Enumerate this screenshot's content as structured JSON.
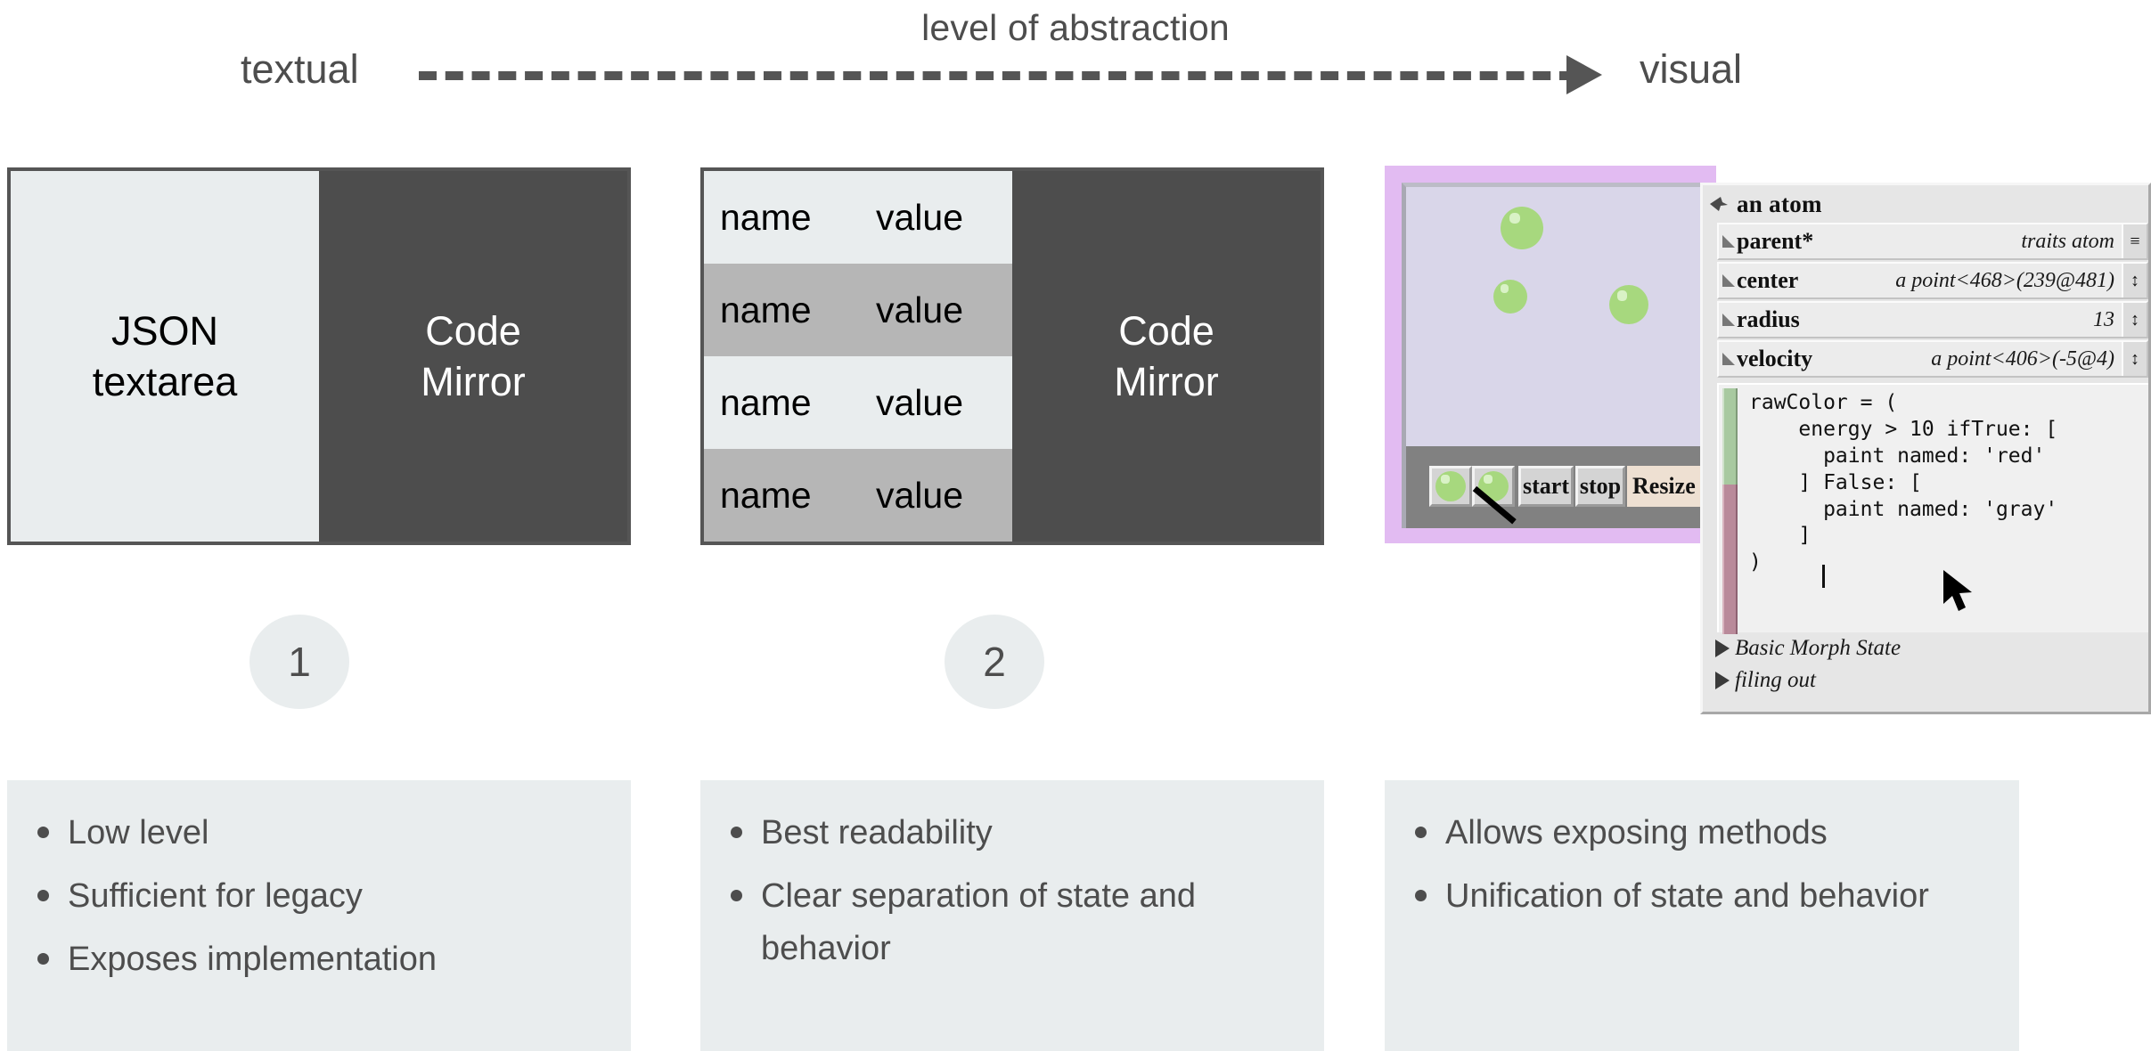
{
  "axis": {
    "title": "level of abstraction",
    "left_label": "textual",
    "right_label": "visual",
    "arrow_icon": "arrow-right-icon",
    "line_style": "dashed"
  },
  "panels": [
    {
      "id": 1,
      "left_label": "JSON\ntextarea",
      "left_line1": "JSON",
      "left_line2": "textarea",
      "right_line1": "Code",
      "right_line2": "Mirror",
      "badge": "1"
    },
    {
      "id": 2,
      "table": {
        "rows": [
          {
            "name": "name",
            "value": "value"
          },
          {
            "name": "name",
            "value": "value"
          },
          {
            "name": "name",
            "value": "value"
          },
          {
            "name": "name",
            "value": "value"
          }
        ]
      },
      "right_line1": "Code",
      "right_line2": "Mirror",
      "badge": "2"
    }
  ],
  "morphic": {
    "toolbar": {
      "atom_button_1": "",
      "atom_button_2": "",
      "start_label": "start",
      "stop_label": "stop",
      "resize_label": "Resize"
    },
    "atoms_visible": 3
  },
  "inspector": {
    "title": "an atom",
    "menu_icon": "morph-halo-icon",
    "fields": [
      {
        "name": "parent*",
        "value": "traits atom",
        "stepper": "≡"
      },
      {
        "name": "center",
        "value": "a point<468>(239@481)",
        "stepper": "↕"
      },
      {
        "name": "radius",
        "value": "13",
        "stepper": "↕"
      },
      {
        "name": "velocity",
        "value": "a point<406>(-5@4)",
        "stepper": "↕"
      }
    ],
    "code": "rawColor = (\n    energy > 10 ifTrue: [\n      paint named: 'red'\n    ] False: [\n      paint named: 'gray'\n    ]\n)",
    "footer": [
      {
        "label": "Basic Morph State",
        "icon": "triangle-right-icon"
      },
      {
        "label": "filing out",
        "icon": "triangle-right-icon"
      }
    ],
    "cursor_icon": "mouse-pointer-icon"
  },
  "bullet_boxes": [
    {
      "column": 1,
      "items": [
        "Low level",
        "Sufficient for legacy",
        "Exposes implementation"
      ]
    },
    {
      "column": 2,
      "items": [
        "Best readability",
        "Clear separation of state and behavior"
      ]
    },
    {
      "column": 3,
      "items": [
        "Allows exposing methods",
        "Unification of state and behavior"
      ]
    }
  ],
  "colors": {
    "text": "#4d4d4d",
    "panel_border": "#555555",
    "light_fill": "#e9edee",
    "dark_fill": "#4d4d4d",
    "row_alt": "#b6b6b6",
    "morphic_frame": "#e2bbf2",
    "morphic_stage": "#d9d6e9",
    "atom_green": "#a7d87e"
  }
}
